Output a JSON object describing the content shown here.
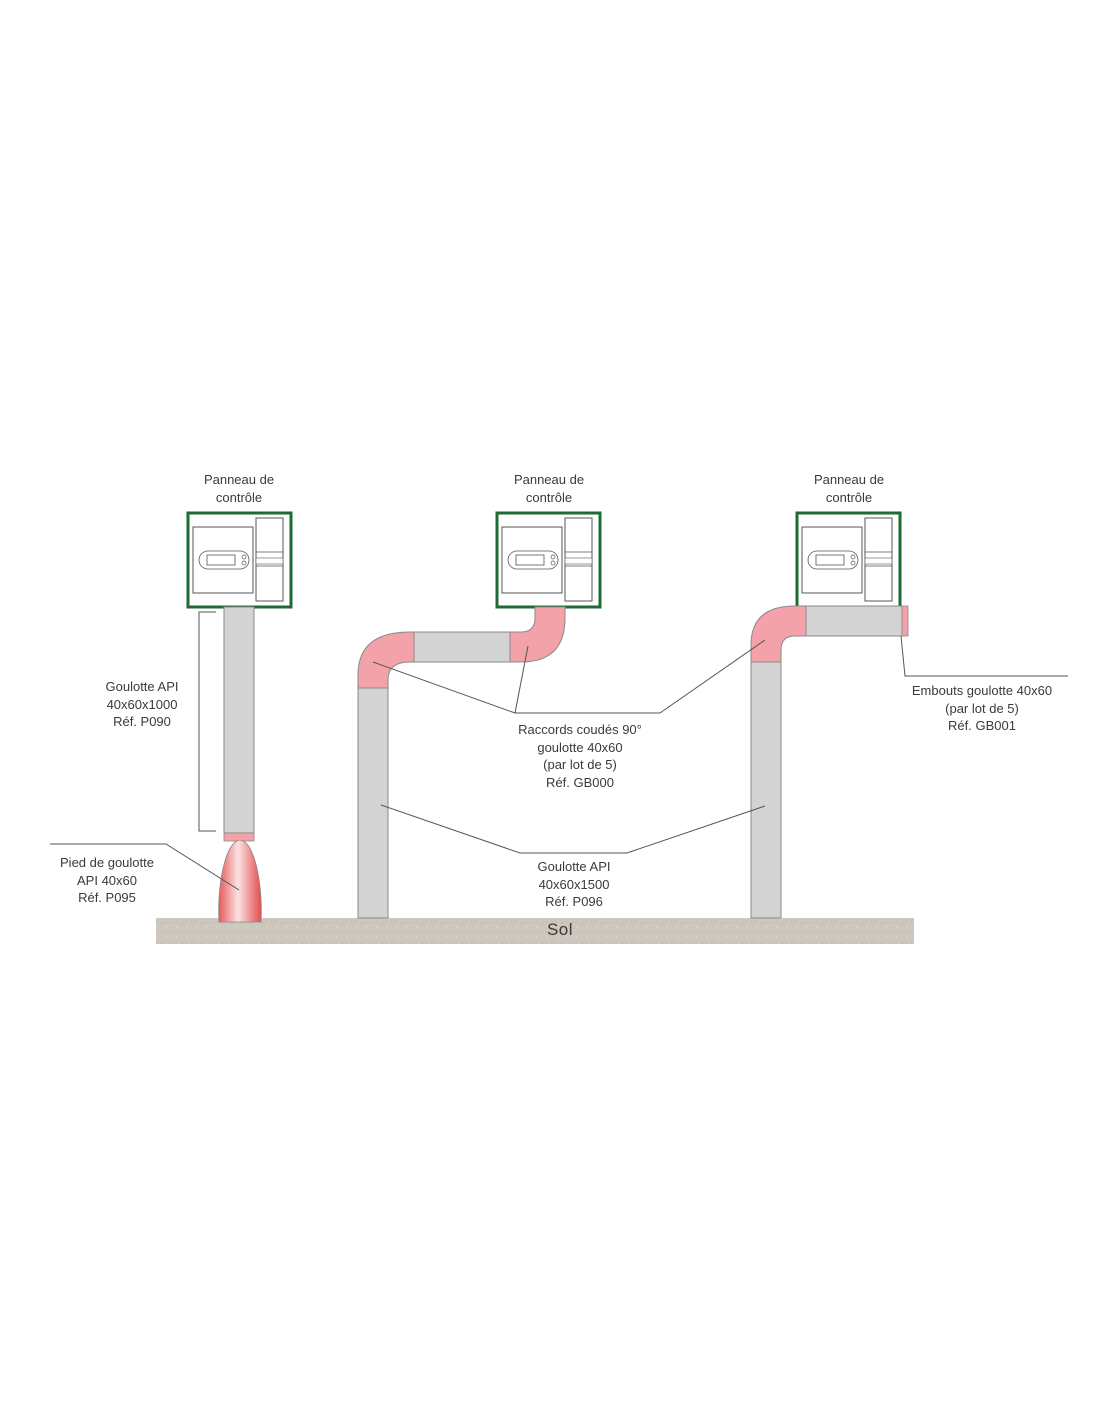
{
  "colors": {
    "duct": "#d3d3d3",
    "duct_stroke": "#8a8a8a",
    "fitting": "#f2a2a8",
    "panel_frame": "#1e6b34",
    "ground": "#cfc9c0",
    "leader": "#555555"
  },
  "panels": [
    {
      "line1": "Panneau de",
      "line2": "contrôle"
    },
    {
      "line1": "Panneau de",
      "line2": "contrôle"
    },
    {
      "line1": "Panneau de",
      "line2": "contrôle"
    }
  ],
  "labels": {
    "duct_1000": {
      "line1": "Goulotte API",
      "line2": "40x60x1000",
      "line3": "Réf. P090"
    },
    "foot": {
      "line1": "Pied de goulotte",
      "line2": "API 40x60",
      "line3": "Réf. P095"
    },
    "elbows": {
      "line1": "Raccords coudés 90°",
      "line2": "goulotte 40x60",
      "line3": "(par lot de 5)",
      "line4": "Réf. GB000"
    },
    "end_caps": {
      "line1": "Embouts goulotte 40x60",
      "line2": "(par lot de 5)",
      "line3": "Réf. GB001"
    },
    "duct_1500": {
      "line1": "Goulotte API",
      "line2": "40x60x1500",
      "line3": "Réf. P096"
    },
    "ground": "Sol"
  }
}
